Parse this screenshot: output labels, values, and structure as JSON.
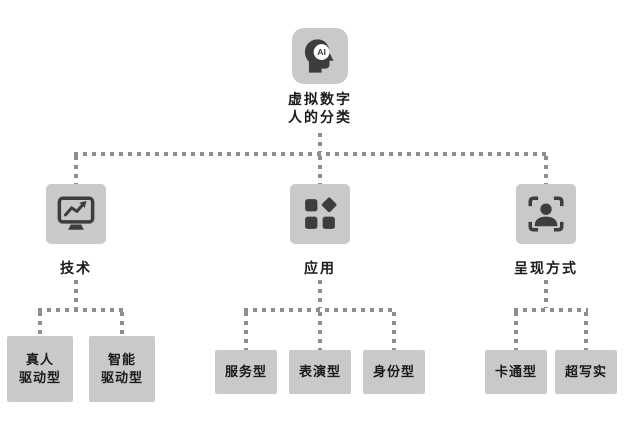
{
  "diagram": {
    "type": "tree"
  },
  "root": {
    "icon": "ai-head-icon",
    "icon_text": "AI",
    "label": "虚拟数字\n人的分类"
  },
  "branches": [
    {
      "label": "技术",
      "icon": "monitor-chart-icon",
      "children": [
        {
          "label": "真人\n驱动型"
        },
        {
          "label": "智能\n驱动型"
        }
      ]
    },
    {
      "label": "应用",
      "icon": "grid-shapes-icon",
      "children": [
        {
          "label": "服务型"
        },
        {
          "label": "表演型"
        },
        {
          "label": "身份型"
        }
      ]
    },
    {
      "label": "呈现方式",
      "icon": "portrait-scan-icon",
      "children": [
        {
          "label": "卡通型"
        },
        {
          "label": "超写实"
        }
      ]
    }
  ],
  "colors": {
    "background": "#ffffff",
    "node_fill": "#c9c9c9",
    "icon_dark": "#3d3d3d",
    "connector_dot": "#8e8e8e",
    "text": "#1a1a1a"
  }
}
